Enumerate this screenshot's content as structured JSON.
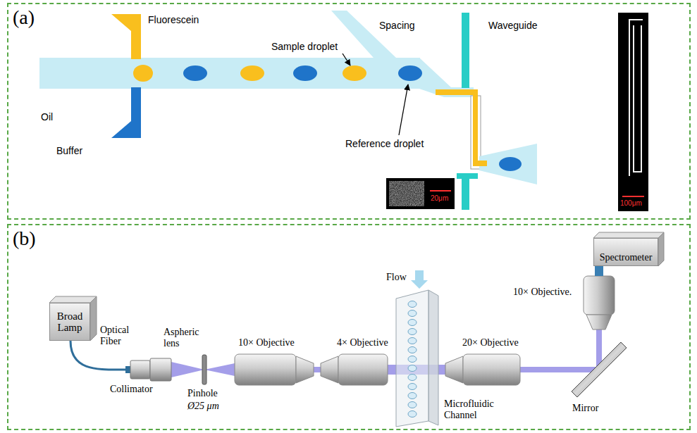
{
  "diagram": {
    "nodes": [
      {
        "text": [
          "(a)"
        ]
      },
      {
        "text": [
          "(b)"
        ]
      },
      {
        "text": [
          "Broad Lamp"
        ],
        "in": 1
      },
      {
        "text": [
          "Spectrometer"
        ],
        "in": 1
      }
    ],
    "labels": [
      "Fluorescein",
      "Oil",
      "Buffer",
      "Sample droplet",
      "Spacing",
      "Reference droplet",
      "Waveguide",
      "20μm",
      "100μm",
      "Optical Fiber",
      "Collimator",
      "Aspheric lens",
      "Pinhole",
      "Ø25 μm",
      "10× Objective",
      "4× Objective",
      "Flow",
      "Microfluidic Channel",
      "20× Objective",
      "Mirror",
      "10× Objective."
    ]
  }
}
